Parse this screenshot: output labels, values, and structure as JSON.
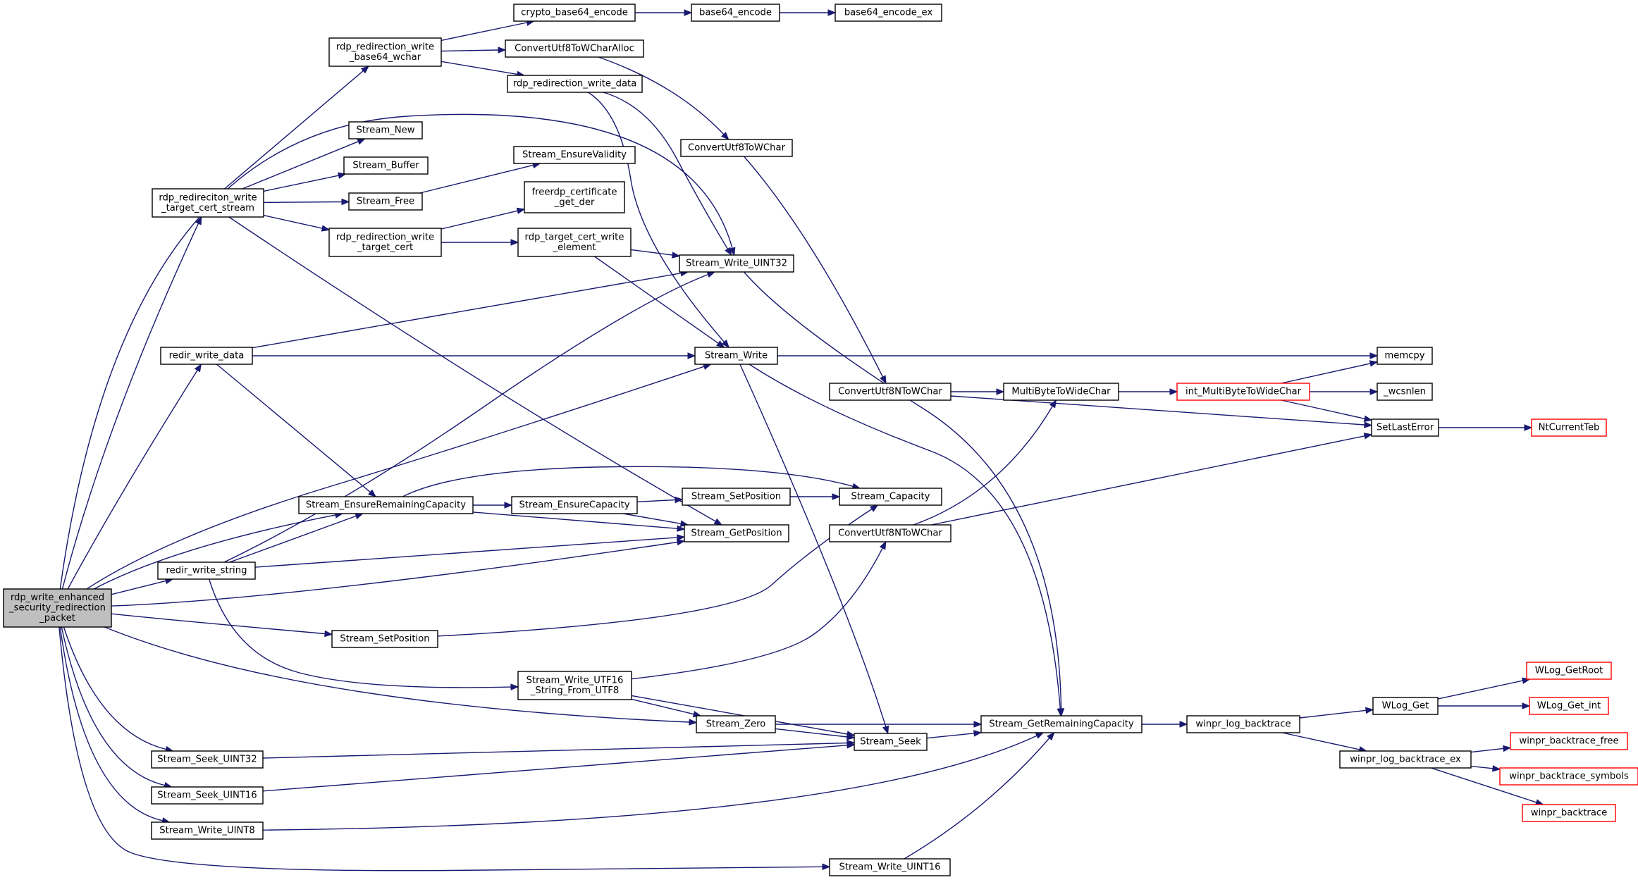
{
  "nodes": [
    {
      "id": "root",
      "lines": [
        "rdp_write_enhanced",
        "_security_redirection",
        "_packet"
      ],
      "style": "root"
    },
    {
      "id": "b64wchar",
      "lines": [
        "rdp_redirection_write",
        "_base64_wchar"
      ]
    },
    {
      "id": "crypto_b64",
      "lines": [
        "crypto_base64_encode"
      ]
    },
    {
      "id": "b64enc",
      "lines": [
        "base64_encode"
      ]
    },
    {
      "id": "b64encex",
      "lines": [
        "base64_encode_ex"
      ]
    },
    {
      "id": "cvtalloc",
      "lines": [
        "ConvertUtf8ToWCharAlloc"
      ]
    },
    {
      "id": "rwdata",
      "lines": [
        "rdp_redirection_write_data"
      ]
    },
    {
      "id": "cvtwchar",
      "lines": [
        "ConvertUtf8ToWChar"
      ]
    },
    {
      "id": "snew",
      "lines": [
        "Stream_New"
      ]
    },
    {
      "id": "sbuffer",
      "lines": [
        "Stream_Buffer"
      ]
    },
    {
      "id": "sfree",
      "lines": [
        "Stream_Free"
      ]
    },
    {
      "id": "sensval",
      "lines": [
        "Stream_EnsureValidity"
      ]
    },
    {
      "id": "certder",
      "lines": [
        "freerdp_certificate",
        "_get_der"
      ]
    },
    {
      "id": "rwtcs",
      "lines": [
        "rdp_redireciton_write",
        "_target_cert_stream"
      ]
    },
    {
      "id": "rwtc",
      "lines": [
        "rdp_redirection_write",
        "_target_cert"
      ]
    },
    {
      "id": "tcwe",
      "lines": [
        "rdp_target_cert_write",
        "_element"
      ]
    },
    {
      "id": "swu32",
      "lines": [
        "Stream_Write_UINT32"
      ]
    },
    {
      "id": "rwd",
      "lines": [
        "redir_write_data"
      ]
    },
    {
      "id": "swrite",
      "lines": [
        "Stream_Write"
      ]
    },
    {
      "id": "memcpy",
      "lines": [
        "memcpy"
      ]
    },
    {
      "id": "cvt8n_a",
      "lines": [
        "ConvertUtf8NToWChar"
      ]
    },
    {
      "id": "mb2wc",
      "lines": [
        "MultiByteToWideChar"
      ]
    },
    {
      "id": "intmb2wc",
      "lines": [
        "int_MultiByteToWideChar"
      ],
      "style": "red"
    },
    {
      "id": "wcsnlen",
      "lines": [
        "_wcsnlen"
      ]
    },
    {
      "id": "setlasterr",
      "lines": [
        "SetLastError"
      ]
    },
    {
      "id": "ntteb",
      "lines": [
        "NtCurrentTeb"
      ],
      "style": "red"
    },
    {
      "id": "serc",
      "lines": [
        "Stream_EnsureRemainingCapacity"
      ]
    },
    {
      "id": "sensc",
      "lines": [
        "Stream_EnsureCapacity"
      ]
    },
    {
      "id": "ssetpos_a",
      "lines": [
        "Stream_SetPosition"
      ]
    },
    {
      "id": "scap",
      "lines": [
        "Stream_Capacity"
      ]
    },
    {
      "id": "sgetpos",
      "lines": [
        "Stream_GetPosition"
      ]
    },
    {
      "id": "rws",
      "lines": [
        "redir_write_string"
      ]
    },
    {
      "id": "cvt8n_b",
      "lines": [
        "ConvertUtf8NToWChar"
      ]
    },
    {
      "id": "ssetpos_b",
      "lines": [
        "Stream_SetPosition"
      ]
    },
    {
      "id": "sw16utf8",
      "lines": [
        "Stream_Write_UTF16",
        "_String_From_UTF8"
      ]
    },
    {
      "id": "szero",
      "lines": [
        "Stream_Zero"
      ]
    },
    {
      "id": "sgrc",
      "lines": [
        "Stream_GetRemainingCapacity"
      ]
    },
    {
      "id": "wlogbt",
      "lines": [
        "winpr_log_backtrace"
      ]
    },
    {
      "id": "wlogget",
      "lines": [
        "WLog_Get"
      ]
    },
    {
      "id": "wloggetroot",
      "lines": [
        "WLog_GetRoot"
      ],
      "style": "red"
    },
    {
      "id": "wloggetint",
      "lines": [
        "WLog_Get_int"
      ],
      "style": "red"
    },
    {
      "id": "wlogbtex",
      "lines": [
        "winpr_log_backtrace_ex"
      ]
    },
    {
      "id": "btfree",
      "lines": [
        "winpr_backtrace_free"
      ],
      "style": "red"
    },
    {
      "id": "btsym",
      "lines": [
        "winpr_backtrace_symbols"
      ],
      "style": "red"
    },
    {
      "id": "bt",
      "lines": [
        "winpr_backtrace"
      ],
      "style": "red"
    },
    {
      "id": "sseeku32",
      "lines": [
        "Stream_Seek_UINT32"
      ]
    },
    {
      "id": "sseek",
      "lines": [
        "Stream_Seek"
      ]
    },
    {
      "id": "sseeku16",
      "lines": [
        "Stream_Seek_UINT16"
      ]
    },
    {
      "id": "swu8",
      "lines": [
        "Stream_Write_UINT8"
      ]
    },
    {
      "id": "swu16",
      "lines": [
        "Stream_Write_UINT16"
      ]
    }
  ],
  "edges": [
    [
      "b64wchar",
      "crypto_b64"
    ],
    [
      "crypto_b64",
      "b64enc"
    ],
    [
      "b64enc",
      "b64encex"
    ],
    [
      "b64wchar",
      "cvtalloc"
    ],
    [
      "b64wchar",
      "rwdata"
    ],
    [
      "cvtalloc",
      "cvtwchar"
    ],
    [
      "rwdata",
      "swu32"
    ],
    [
      "rwdata",
      "swrite"
    ],
    [
      "cvtwchar",
      "cvt8n_a"
    ],
    [
      "rwtcs",
      "b64wchar"
    ],
    [
      "rwtcs",
      "snew"
    ],
    [
      "rwtcs",
      "sbuffer"
    ],
    [
      "rwtcs",
      "sfree"
    ],
    [
      "rwtcs",
      "rwtc"
    ],
    [
      "rwtcs",
      "sgetpos"
    ],
    [
      "sfree",
      "sensval"
    ],
    [
      "rwtc",
      "certder"
    ],
    [
      "rwtc",
      "tcwe"
    ],
    [
      "tcwe",
      "swu32"
    ],
    [
      "tcwe",
      "swrite"
    ],
    [
      "swu32",
      "sgrc"
    ],
    [
      "rwd",
      "swu32"
    ],
    [
      "rwd",
      "swrite"
    ],
    [
      "rwd",
      "serc"
    ],
    [
      "swrite",
      "memcpy"
    ],
    [
      "swrite",
      "sseek"
    ],
    [
      "swrite",
      "sgrc"
    ],
    [
      "cvt8n_a",
      "mb2wc"
    ],
    [
      "cvt8n_a",
      "setlasterr"
    ],
    [
      "mb2wc",
      "intmb2wc"
    ],
    [
      "intmb2wc",
      "memcpy"
    ],
    [
      "intmb2wc",
      "wcsnlen"
    ],
    [
      "intmb2wc",
      "setlasterr"
    ],
    [
      "setlasterr",
      "ntteb"
    ],
    [
      "serc",
      "sensc"
    ],
    [
      "serc",
      "scap"
    ],
    [
      "serc",
      "sgetpos"
    ],
    [
      "sensc",
      "ssetpos_a"
    ],
    [
      "sensc",
      "sgetpos"
    ],
    [
      "ssetpos_a",
      "scap"
    ],
    [
      "rws",
      "swu32"
    ],
    [
      "rws",
      "serc"
    ],
    [
      "rws",
      "sgetpos"
    ],
    [
      "rws",
      "sw16utf8"
    ],
    [
      "cvt8n_b",
      "mb2wc"
    ],
    [
      "cvt8n_b",
      "setlasterr"
    ],
    [
      "ssetpos_b",
      "scap"
    ],
    [
      "sw16utf8",
      "cvt8n_b"
    ],
    [
      "sw16utf8",
      "szero"
    ],
    [
      "sw16utf8",
      "sseek"
    ],
    [
      "szero",
      "sseek"
    ],
    [
      "szero",
      "sgrc"
    ],
    [
      "sseek",
      "sgrc"
    ],
    [
      "sgrc",
      "wlogbt"
    ],
    [
      "wlogbt",
      "wlogget"
    ],
    [
      "wlogbt",
      "wlogbtex"
    ],
    [
      "wlogget",
      "wloggetroot"
    ],
    [
      "wlogget",
      "wloggetint"
    ],
    [
      "wlogbtex",
      "btfree"
    ],
    [
      "wlogbtex",
      "btsym"
    ],
    [
      "wlogbtex",
      "bt"
    ],
    [
      "sseeku32",
      "sseek"
    ],
    [
      "sseeku16",
      "sseek"
    ],
    [
      "swu8",
      "sgrc"
    ],
    [
      "swu16",
      "sgrc"
    ],
    [
      "root",
      "rwtcs"
    ],
    [
      "root",
      "swu32"
    ],
    [
      "root",
      "rwd"
    ],
    [
      "root",
      "swrite"
    ],
    [
      "root",
      "serc"
    ],
    [
      "root",
      "rws"
    ],
    [
      "root",
      "sgetpos"
    ],
    [
      "root",
      "ssetpos_b"
    ],
    [
      "root",
      "szero"
    ],
    [
      "root",
      "sseeku32"
    ],
    [
      "root",
      "sseeku16"
    ],
    [
      "root",
      "swu8"
    ],
    [
      "root",
      "swu16"
    ]
  ]
}
